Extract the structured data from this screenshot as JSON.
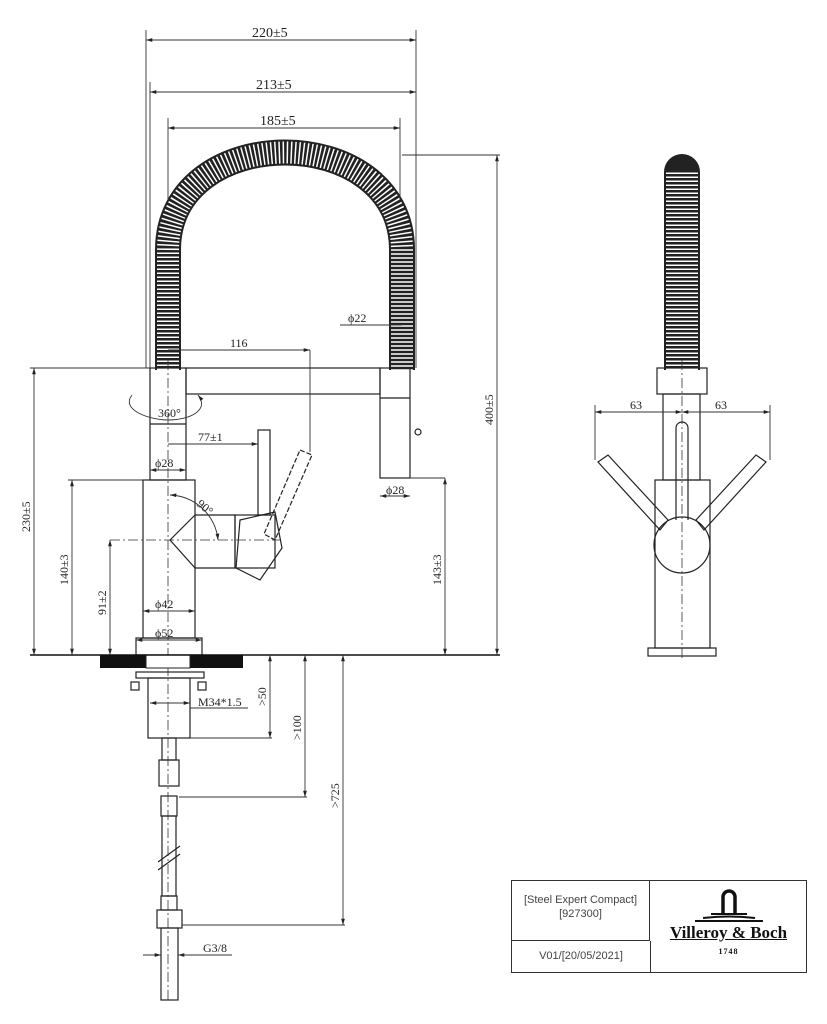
{
  "dimensions": {
    "width_220": "220±5",
    "width_213": "213±5",
    "width_185": "185±5",
    "hose_dia": "ϕ22",
    "reach_116": "116",
    "rotation": "360°",
    "lever_77": "77±1",
    "column_dia": "ϕ28",
    "spray_dia": "ϕ28",
    "angle_90": "90°",
    "height_230": "230±5",
    "height_140": "140±3",
    "height_91": "91±2",
    "height_143": "143±3",
    "height_400": "400±5",
    "body_dia": "ϕ42",
    "base_dia": "ϕ52",
    "thread": "M34*1.5",
    "min_50": ">50",
    "min_100": ">100",
    "min_725": ">725",
    "connection": "G3/8",
    "side_left": "63",
    "side_right": "63"
  },
  "title_block": {
    "product_name": "[Steel Expert Compact]",
    "product_code": "[927300]",
    "version": "V01/[20/05/2021]",
    "brand": "Villeroy & Boch",
    "brand_year": "1748"
  }
}
